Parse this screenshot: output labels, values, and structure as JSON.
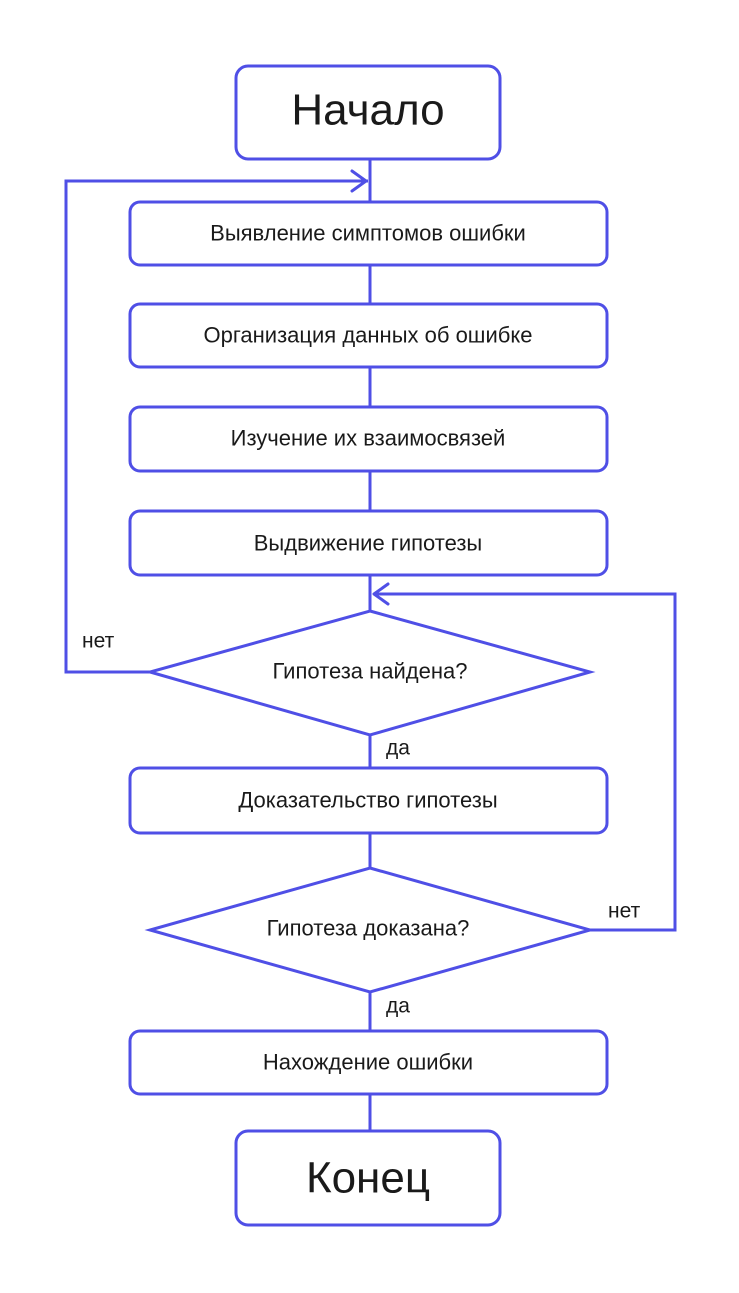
{
  "diagram": {
    "start": "Начало",
    "steps": [
      "Выявление симптомов ошибки",
      "Организация данных об ошибке",
      "Изучение их взаимосвязей",
      "Выдвижение гипотезы"
    ],
    "decision_found": "Гипотеза найдена?",
    "proof_step": "Доказательство гипотезы",
    "decision_proven": "Гипотеза доказана?",
    "final_step": "Нахождение ошибки",
    "end": "Конец",
    "branch_no_found": "нет",
    "branch_yes_found": "да",
    "branch_no_proven": "нет",
    "branch_yes_proven": "да"
  },
  "colors": {
    "stroke": "#4f4fe6",
    "text": "#1a1a1a",
    "background": "#ffffff"
  }
}
